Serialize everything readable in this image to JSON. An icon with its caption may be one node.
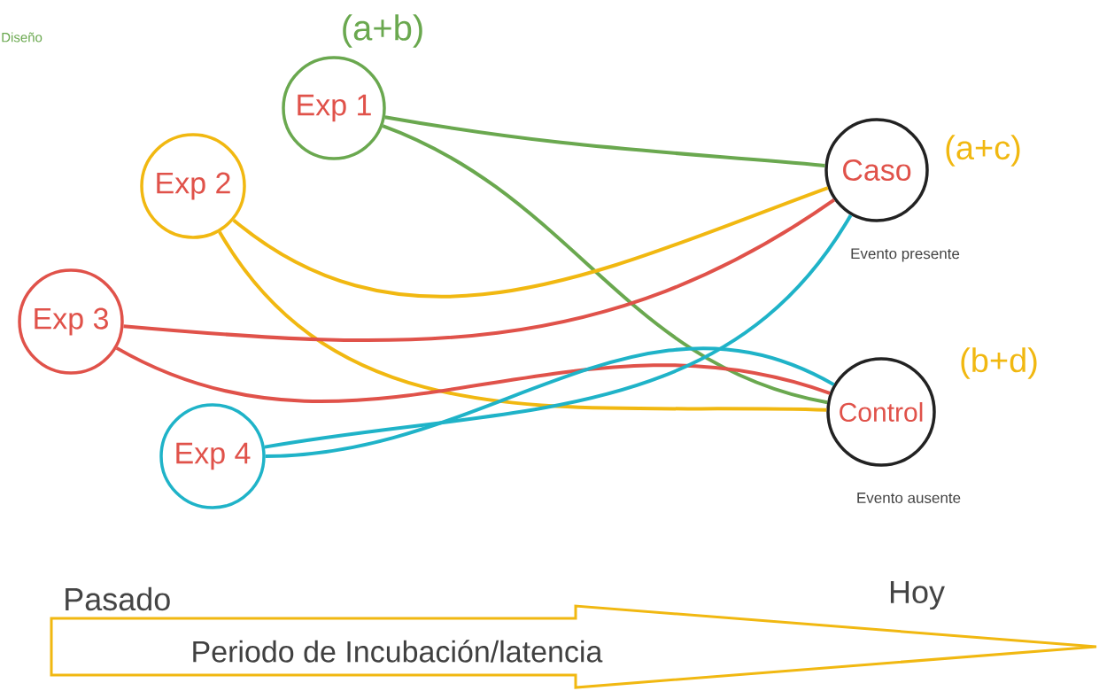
{
  "diagram": {
    "nodes": [
      {
        "text": [
          "Exp 1"
        ],
        "beside": [
          "(a+b)"
        ]
      },
      {
        "text": [
          "Exp 2"
        ]
      },
      {
        "text": [
          "Exp 3"
        ]
      },
      {
        "text": [
          "Exp 4"
        ]
      },
      {
        "text": [
          "Caso"
        ],
        "beside": [
          "(a+c)",
          "Evento presente"
        ]
      },
      {
        "text": [
          "Control"
        ],
        "beside": [
          "(b+d)",
          "Evento ausente"
        ]
      },
      {
        "text": [
          "Periodo de Incubación/latencia"
        ]
      }
    ],
    "edges": [
      {
        "from": 0,
        "to": 4,
        "arrow": "none",
        "color": "#6aa84f"
      },
      {
        "from": 0,
        "to": 5,
        "arrow": "none",
        "color": "#6aa84f"
      },
      {
        "from": 1,
        "to": 4,
        "arrow": "none",
        "color": "#f1b811"
      },
      {
        "from": 1,
        "to": 5,
        "arrow": "none",
        "color": "#f1b811"
      },
      {
        "from": 2,
        "to": 4,
        "arrow": "none",
        "color": "#e0524a"
      },
      {
        "from": 2,
        "to": 5,
        "arrow": "none",
        "color": "#e0524a"
      },
      {
        "from": 3,
        "to": 4,
        "arrow": "none",
        "color": "#1fb3c8"
      },
      {
        "from": 3,
        "to": 5,
        "arrow": "none",
        "color": "#1fb3c8"
      }
    ],
    "labels": [
      "Diseño",
      "Pasado",
      "Hoy"
    ]
  }
}
